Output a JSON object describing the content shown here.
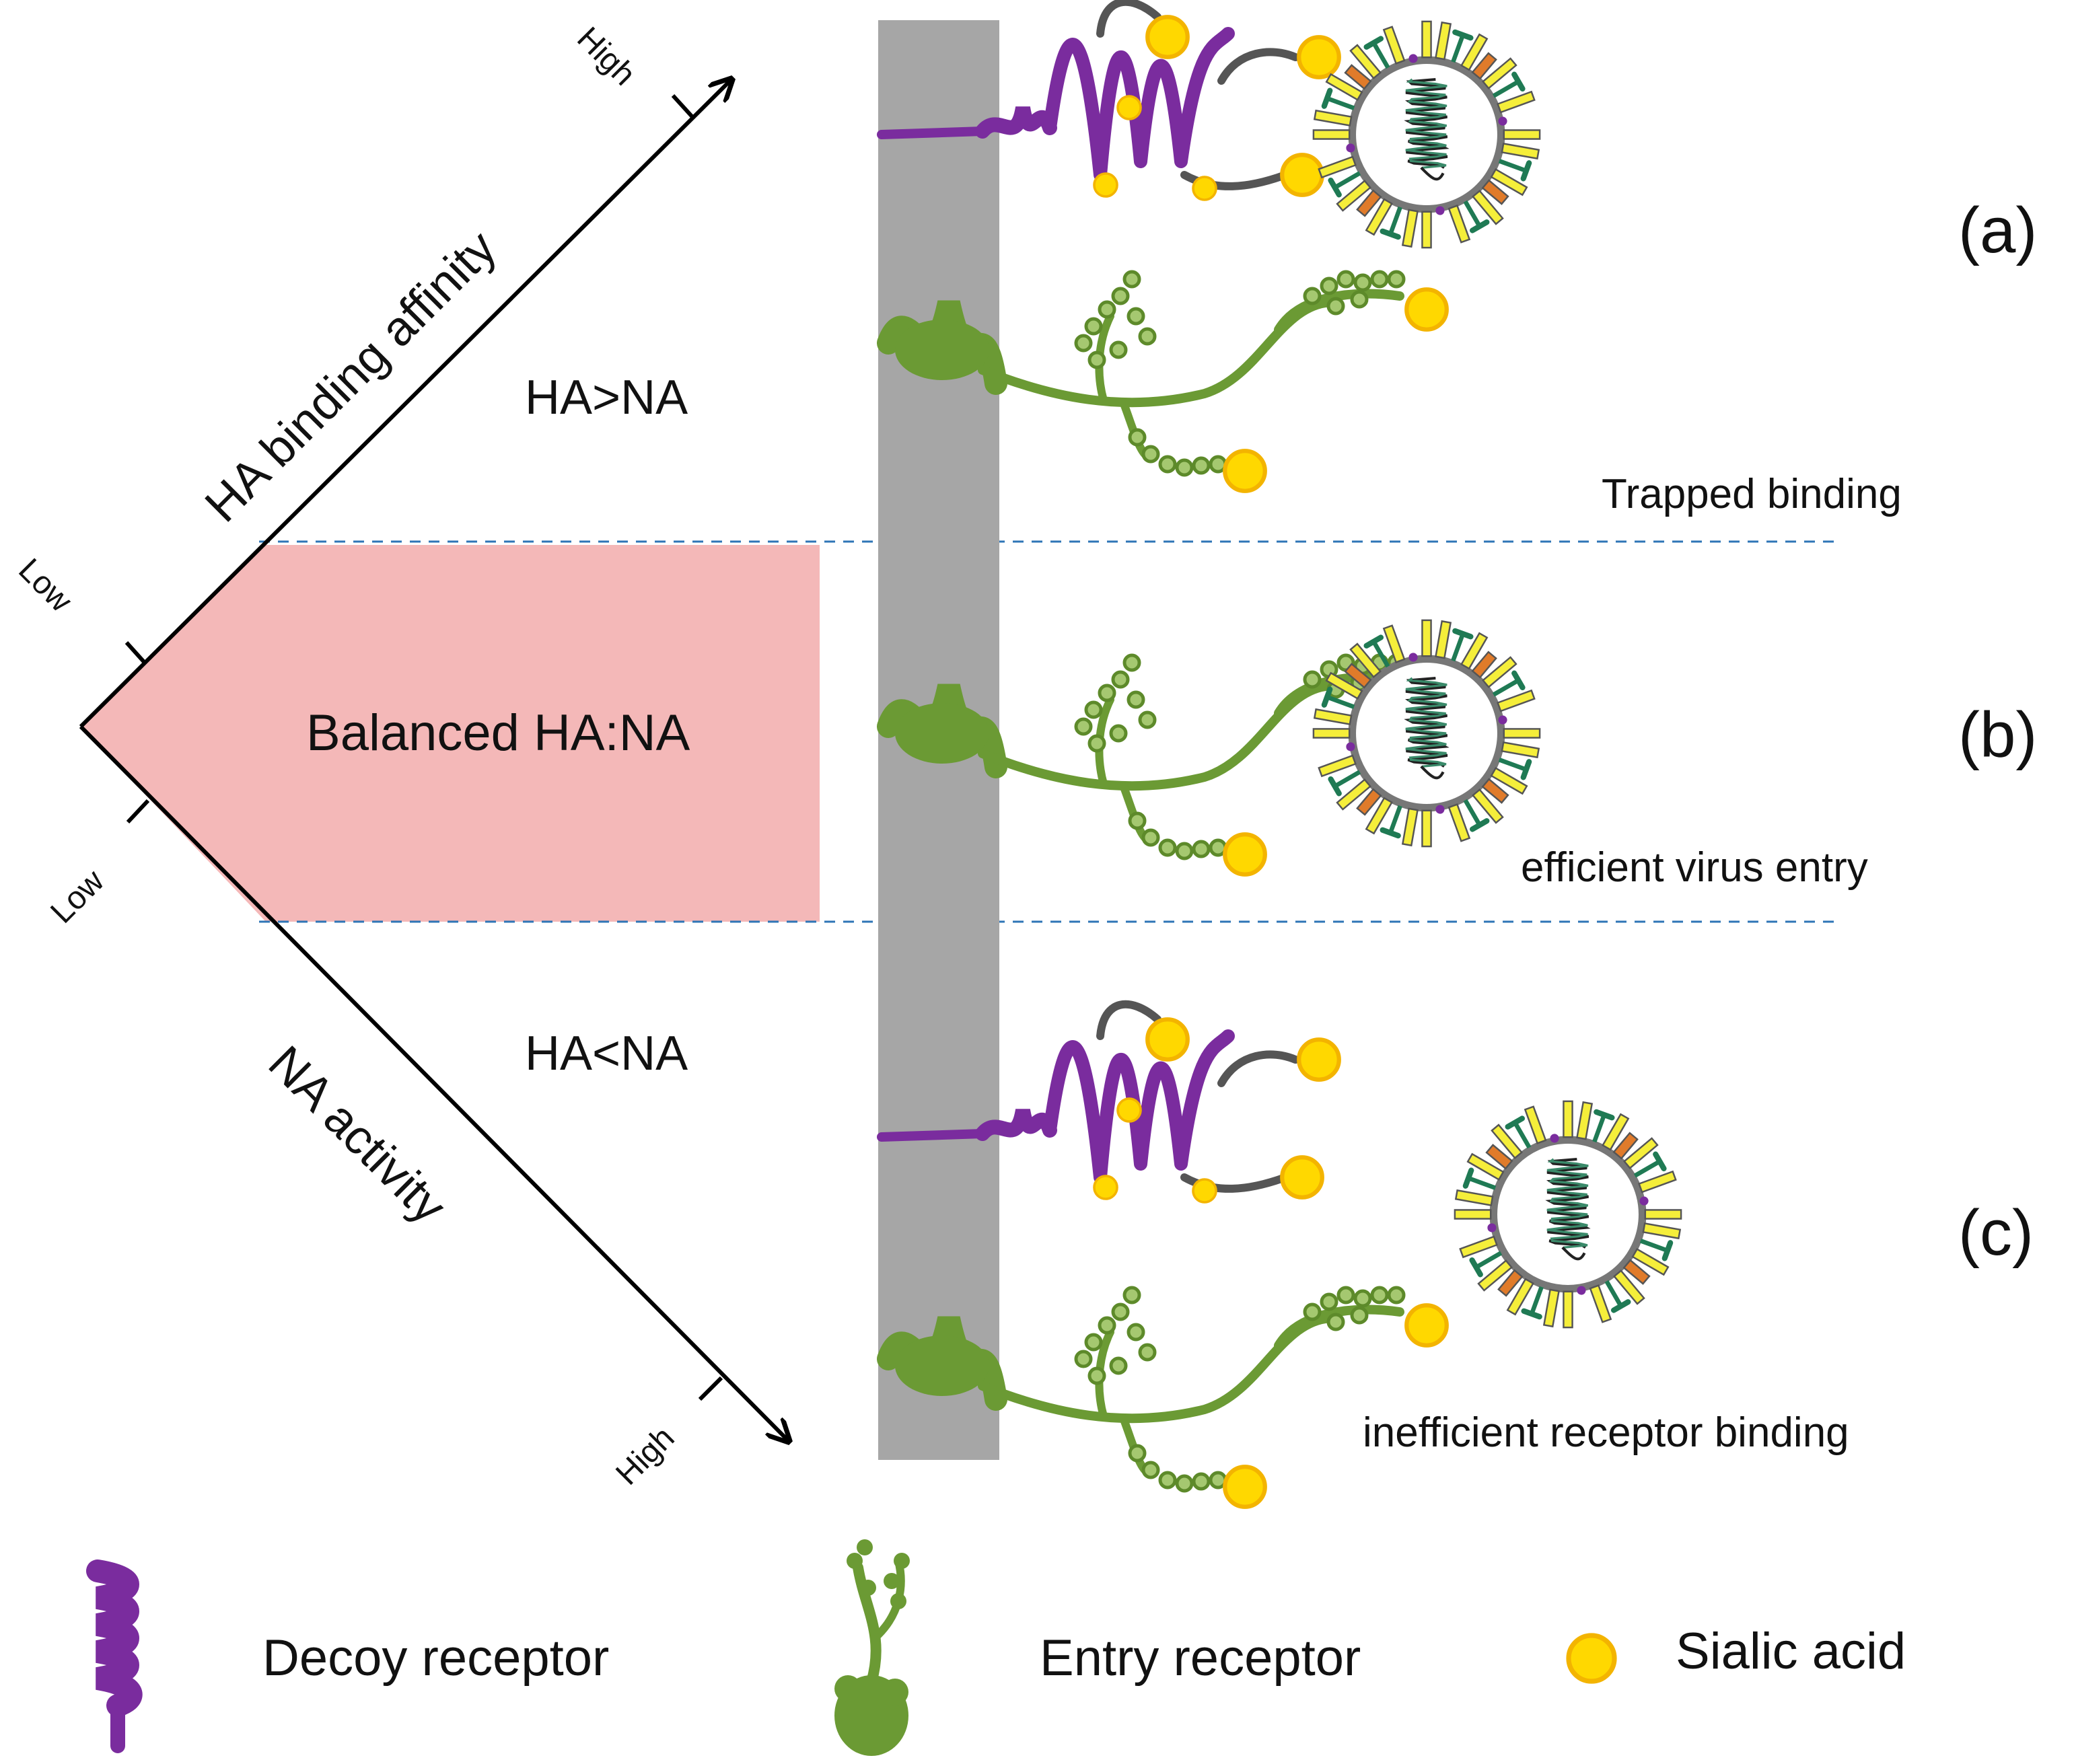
{
  "axes": {
    "ha_label": "HA binding affinity",
    "na_label": "NA activity",
    "ha_high": "High",
    "ha_low": "Low",
    "na_low": "Low",
    "na_high": "High"
  },
  "regions": {
    "top": "HA>NA",
    "middle": "Balanced HA:NA",
    "bottom": "HA<NA"
  },
  "outcomes": {
    "a": "Trapped binding",
    "b": "efficient virus entry",
    "c": "inefficient receptor binding"
  },
  "panel_labels": {
    "a": "(a)",
    "b": "(b)",
    "c": "(c)"
  },
  "legend": {
    "decoy": "Decoy receptor",
    "entry": "Entry receptor",
    "sialic": "Sialic acid"
  },
  "colors": {
    "decoy_receptor": "#7a2c9e",
    "entry_receptor": "#6b9a34",
    "sialic_acid": "#ffd800",
    "balanced_region": "#f4b8b8",
    "cell_membrane": "#a6a6a6",
    "divider": "#2e75b6"
  },
  "icons": [
    "decoy-receptor-icon",
    "entry-receptor-icon",
    "sialic-acid-icon",
    "virus-icon"
  ]
}
